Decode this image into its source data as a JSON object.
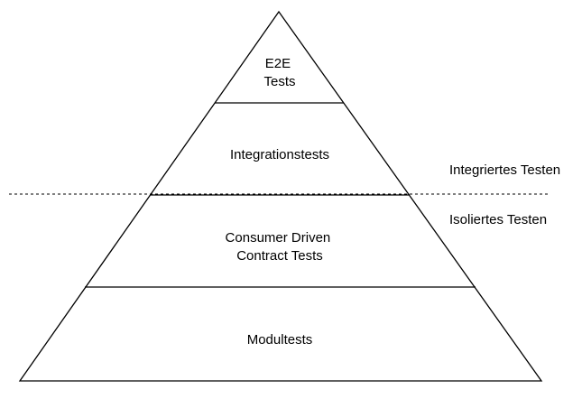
{
  "pyramid": {
    "levels": [
      {
        "lines": [
          "E2E",
          "Tests"
        ]
      },
      {
        "lines": [
          "Integrationstests"
        ]
      },
      {
        "lines": [
          "Consumer Driven",
          "Contract Tests"
        ]
      },
      {
        "lines": [
          "Modultests"
        ]
      }
    ]
  },
  "zones": {
    "upper_label": "Integriertes Testen",
    "lower_label": "Isoliertes Testen"
  },
  "colors": {
    "stroke": "#000000",
    "background": "#ffffff"
  }
}
